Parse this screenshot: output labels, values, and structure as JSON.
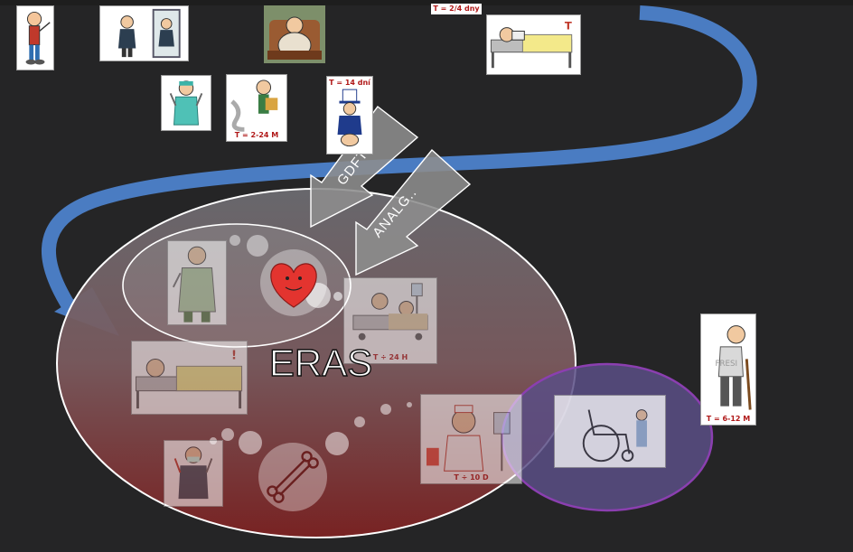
{
  "diagram": {
    "center_label": "ERAS",
    "arrows": [
      {
        "label": "GDFT"
      },
      {
        "label": "ANALG.."
      }
    ],
    "captions": {
      "postop_bed": "T = 2/4 dny",
      "surgeon_tape": "T = 2-24 M",
      "uncle_sam": "T = 14 dní",
      "hospital_bed": "T ÷ 24 H",
      "nurse": "T ÷ 10 D",
      "elderly": "T = 6-12 M"
    },
    "elderly_bubble_text": "FRESI",
    "colors": {
      "background": "#252526",
      "path_blue": "#4a7cc2",
      "ellipse_top": "#5a5a5e",
      "ellipse_bottom": "#7a2424",
      "purple": "#8b3fb0",
      "caption_red": "#b01818"
    },
    "icons": [
      "gardener-figure-icon",
      "mirror-man-icon",
      "armchair-man-icon",
      "patient-bed-icon",
      "surgeon-icon",
      "paper-tape-man-icon",
      "uncle-sam-icon",
      "doctor-icon",
      "heart-icon",
      "hospital-bed-icon",
      "sick-bed-icon",
      "masked-doctor-icon",
      "bone-icon",
      "nurse-icon",
      "wheelchair-icon",
      "elderly-cane-icon"
    ]
  }
}
